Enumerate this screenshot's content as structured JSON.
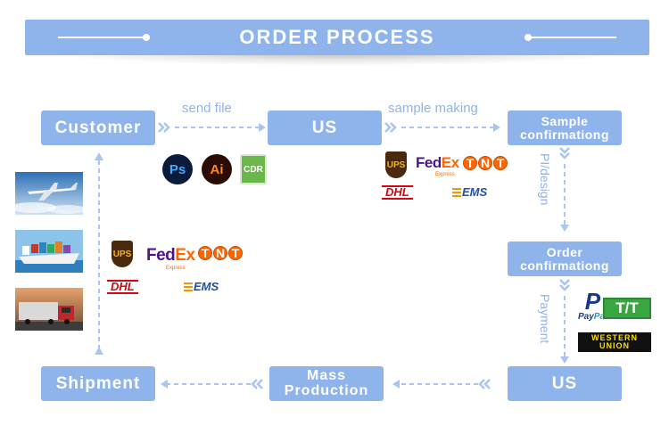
{
  "header": {
    "title": "ORDER PROCESS"
  },
  "steps": {
    "customer": "Customer",
    "us_top": "US",
    "sample_confirmationg": [
      "Sample",
      "confirmationg"
    ],
    "order_confirmationg": [
      "Order",
      "confirmationg"
    ],
    "us_bottom": "US",
    "mass_production": [
      "Mass",
      "Production"
    ],
    "shipment": "Shipment"
  },
  "arrows": {
    "send_file": "send file",
    "sample_making": "sample making",
    "pi_design": "PI/design",
    "payment": "Payment"
  },
  "logos": {
    "software": [
      "Ps",
      "Ai",
      "CDR"
    ],
    "couriers": [
      "UPS",
      "FedEx",
      "Express",
      "TNT",
      "DHL",
      "EMS"
    ],
    "payment_methods": [
      "PayPal",
      "T/T",
      "WESTERN",
      "UNION"
    ]
  },
  "transport_modes": [
    "airplane-photo",
    "cargo-ship-photo",
    "truck-photo"
  ],
  "colors": {
    "accent": "#8fb4ec",
    "arrow": "#a9c5f2"
  }
}
